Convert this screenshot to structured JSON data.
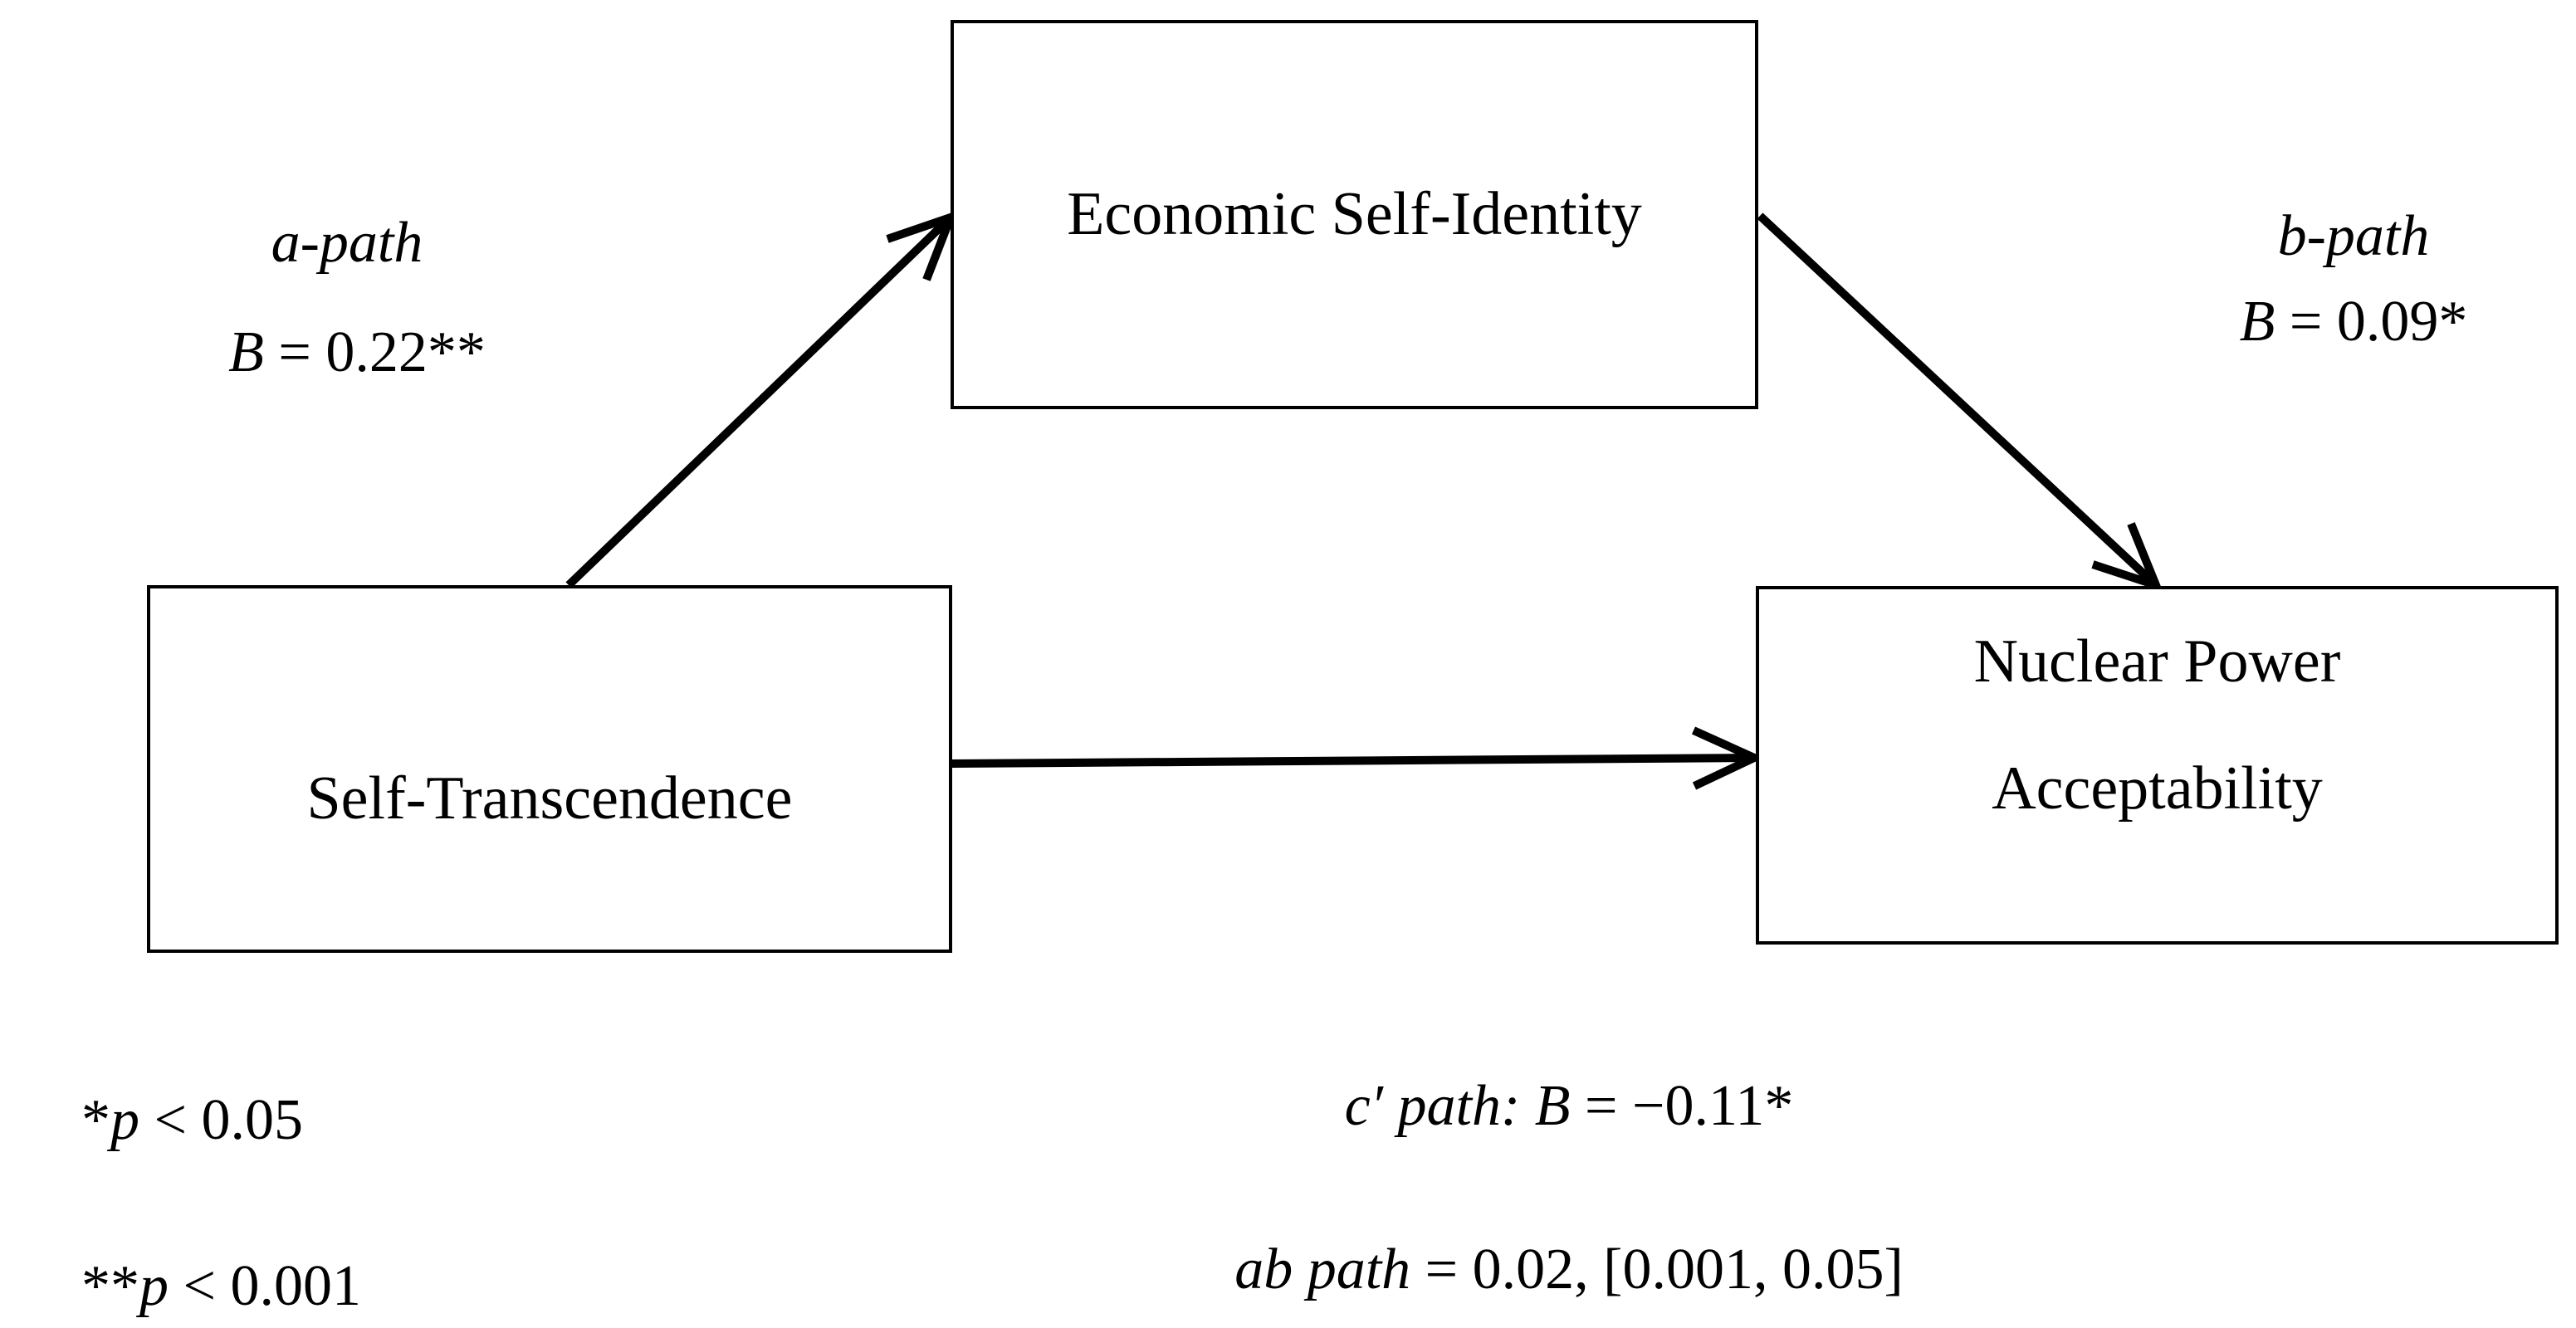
{
  "figure": {
    "kind": "Mediation path diagram",
    "background": "#ffffff",
    "ink": "#000000"
  },
  "boxes": {
    "mediator": {
      "label": "Economic Self-Identity"
    },
    "predictor": {
      "label": "Self-Transcendence"
    },
    "outcome": {
      "line1": "Nuclear Power",
      "line2": "Acceptability"
    }
  },
  "paths": {
    "a": {
      "name": "a-path",
      "stat_italic": "B",
      "stat_rest": " = 0.22**"
    },
    "b": {
      "name": "b-path",
      "stat_italic": "B",
      "stat_rest": " = 0.09*"
    },
    "c_prime": {
      "stat_italic": "c′ path: B",
      "stat_rest": " = −0.11*"
    },
    "indirect": {
      "stat_italic": "ab path",
      "stat_rest": " = 0.02, [0.001, 0.05]"
    }
  },
  "notes": [
    {
      "stars": "*",
      "p": "p",
      "rest": " < 0.05"
    },
    {
      "stars": "**",
      "p": "p",
      "rest": " < 0.001"
    }
  ]
}
